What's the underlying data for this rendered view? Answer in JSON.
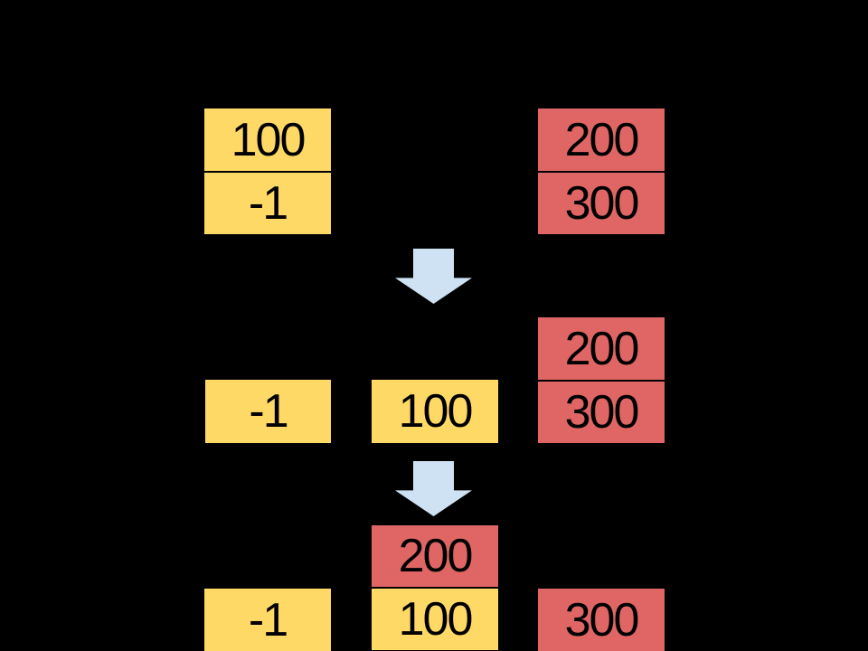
{
  "colors": {
    "background": "#000000",
    "yellow_box": "#FFD966",
    "red_box": "#E06666",
    "arrow_blue": "#CFE2F3",
    "text": "#000000",
    "cell_divider": "#000000"
  },
  "icons": {
    "arrow": "down-arrow-icon"
  },
  "stage1": {
    "yellow_stack": {
      "top_cell": "100",
      "bottom_cell": "-1"
    },
    "red_stack": {
      "top_cell": "200",
      "bottom_cell": "300"
    }
  },
  "stage2": {
    "left_yellow_box": "-1",
    "middle_yellow_box": "100",
    "red_stack": {
      "top_cell": "200",
      "bottom_cell": "300"
    }
  },
  "stage3": {
    "left_yellow_box": "-1",
    "middle_stack": {
      "top_cell": "200",
      "bottom_cell": "100"
    },
    "right_red_box": "300"
  }
}
